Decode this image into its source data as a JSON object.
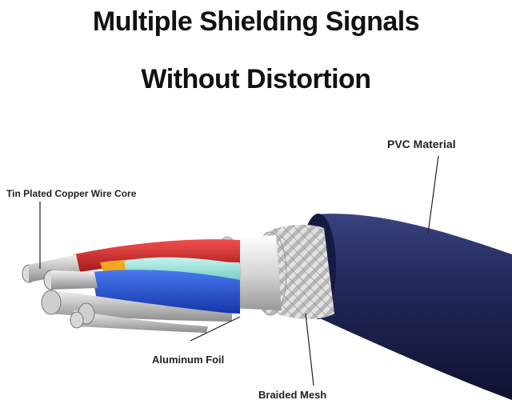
{
  "header": {
    "title_line1": "Multiple Shielding Signals",
    "title_line2": "Without Distortion"
  },
  "labels": {
    "pvc": "PVC Material",
    "core": "Tin Plated Copper Wire Core",
    "foil": "Aluminum Foil",
    "mesh": "Braided Mesh"
  },
  "colors": {
    "jacket": "#1c2350",
    "braid": "#c9c9c9",
    "foil": "#e4e4e4",
    "wire_red": "#d42a2a",
    "wire_cyan": "#8ee0d8",
    "wire_blue": "#1f4fd8",
    "wire_yellow": "#f0a81c",
    "copper_tin": "#d8d8d8"
  }
}
